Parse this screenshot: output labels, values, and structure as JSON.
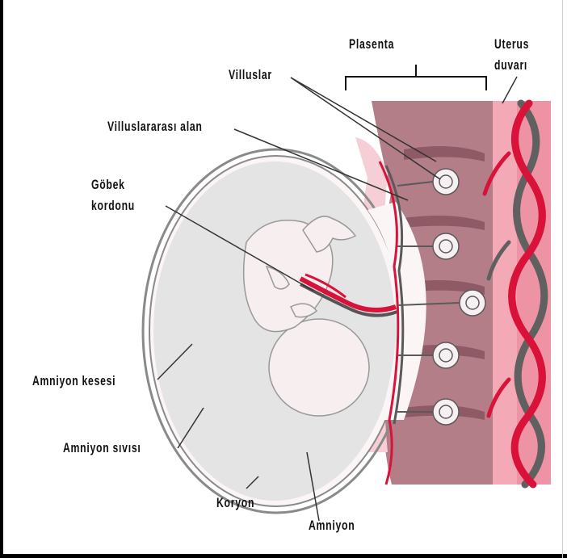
{
  "labels": {
    "placenta": "Plasenta",
    "uterus_wall_line1": "Uterus",
    "uterus_wall_line2": "duvarı",
    "villi": "Villuslar",
    "intervillous_space": "Villuslararası alan",
    "umbilical_cord_line1": "Göbek",
    "umbilical_cord_line2": "kordonu",
    "amniotic_sac": "Amniyon kesesi",
    "amniotic_fluid": "Amniyon sıvısı",
    "chorion": "Koryon",
    "amnion": "Amniyon"
  },
  "colors": {
    "vessel_red": "#d9123a",
    "vessel_gray": "#5a5a5a",
    "uterus_pink": "#f2a7b3",
    "placenta_mauve": "#b27c86",
    "amniotic_fluid": "#e2e2e2",
    "fetus": "#f6eeee"
  }
}
